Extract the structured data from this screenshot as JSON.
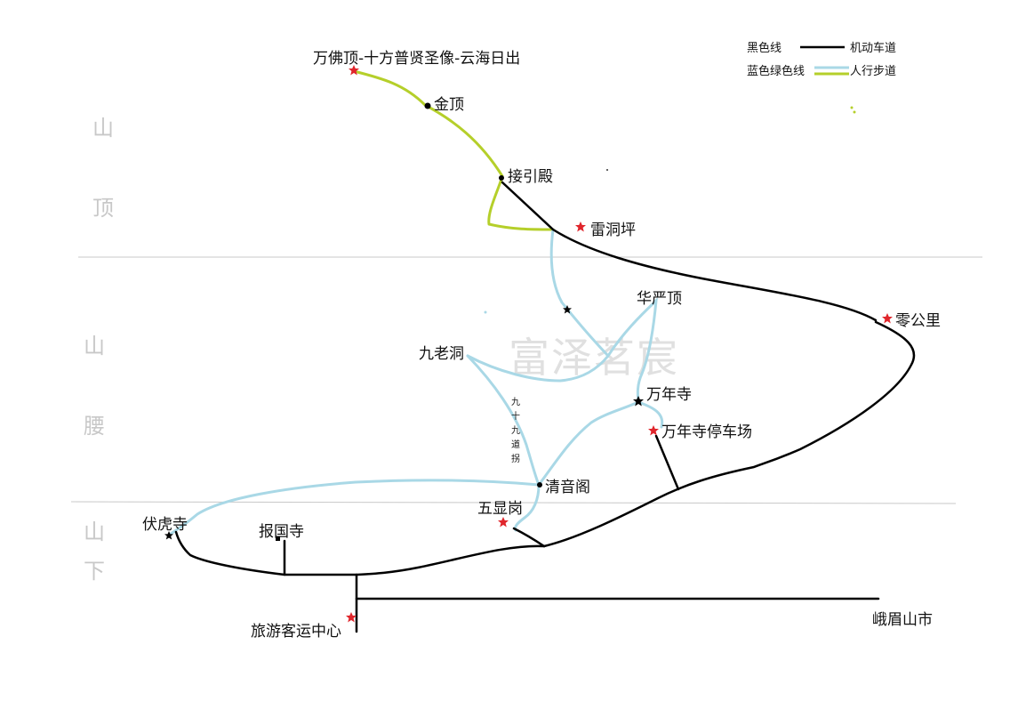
{
  "legend": {
    "black_line_label": "黑色线",
    "black_line_meaning": "机动车道",
    "color_line_label": "蓝色绿色线",
    "color_line_meaning": "人行步道"
  },
  "colors": {
    "road": "#000000",
    "trail_blue": "#a9d8e6",
    "trail_green": "#b5cf2a",
    "star": "#e0262c",
    "divider": "#c8c8c8",
    "zone_text": "#c8c8c8"
  },
  "zones": {
    "top_1": "山",
    "top_2": "顶",
    "middle_1": "山",
    "middle_2": "腰",
    "bottom_1": "山",
    "bottom_2": "下"
  },
  "places": {
    "wanfoding": "万佛顶-十方普贤圣像-云海日出",
    "jinding": "金顶",
    "jieyindian": "接引殿",
    "leidongping": "雷洞坪",
    "huayanding": "华严顶",
    "lingongli": "零公里",
    "jiulaodong": "九老洞",
    "wanniansi": "万年寺",
    "wanniansi_parking": "万年寺停车场",
    "qingyinge": "清音阁",
    "wuxiangang": "五显岗",
    "fuhusi": "伏虎寺",
    "baoguosi": "报国寺",
    "tourist_center": "旅游客运中心",
    "emeishan_city": "峨眉山市"
  },
  "jiushijiu_daoguai": [
    "九",
    "十",
    "九",
    "道",
    "拐"
  ],
  "watermark": "富泽茗宸"
}
